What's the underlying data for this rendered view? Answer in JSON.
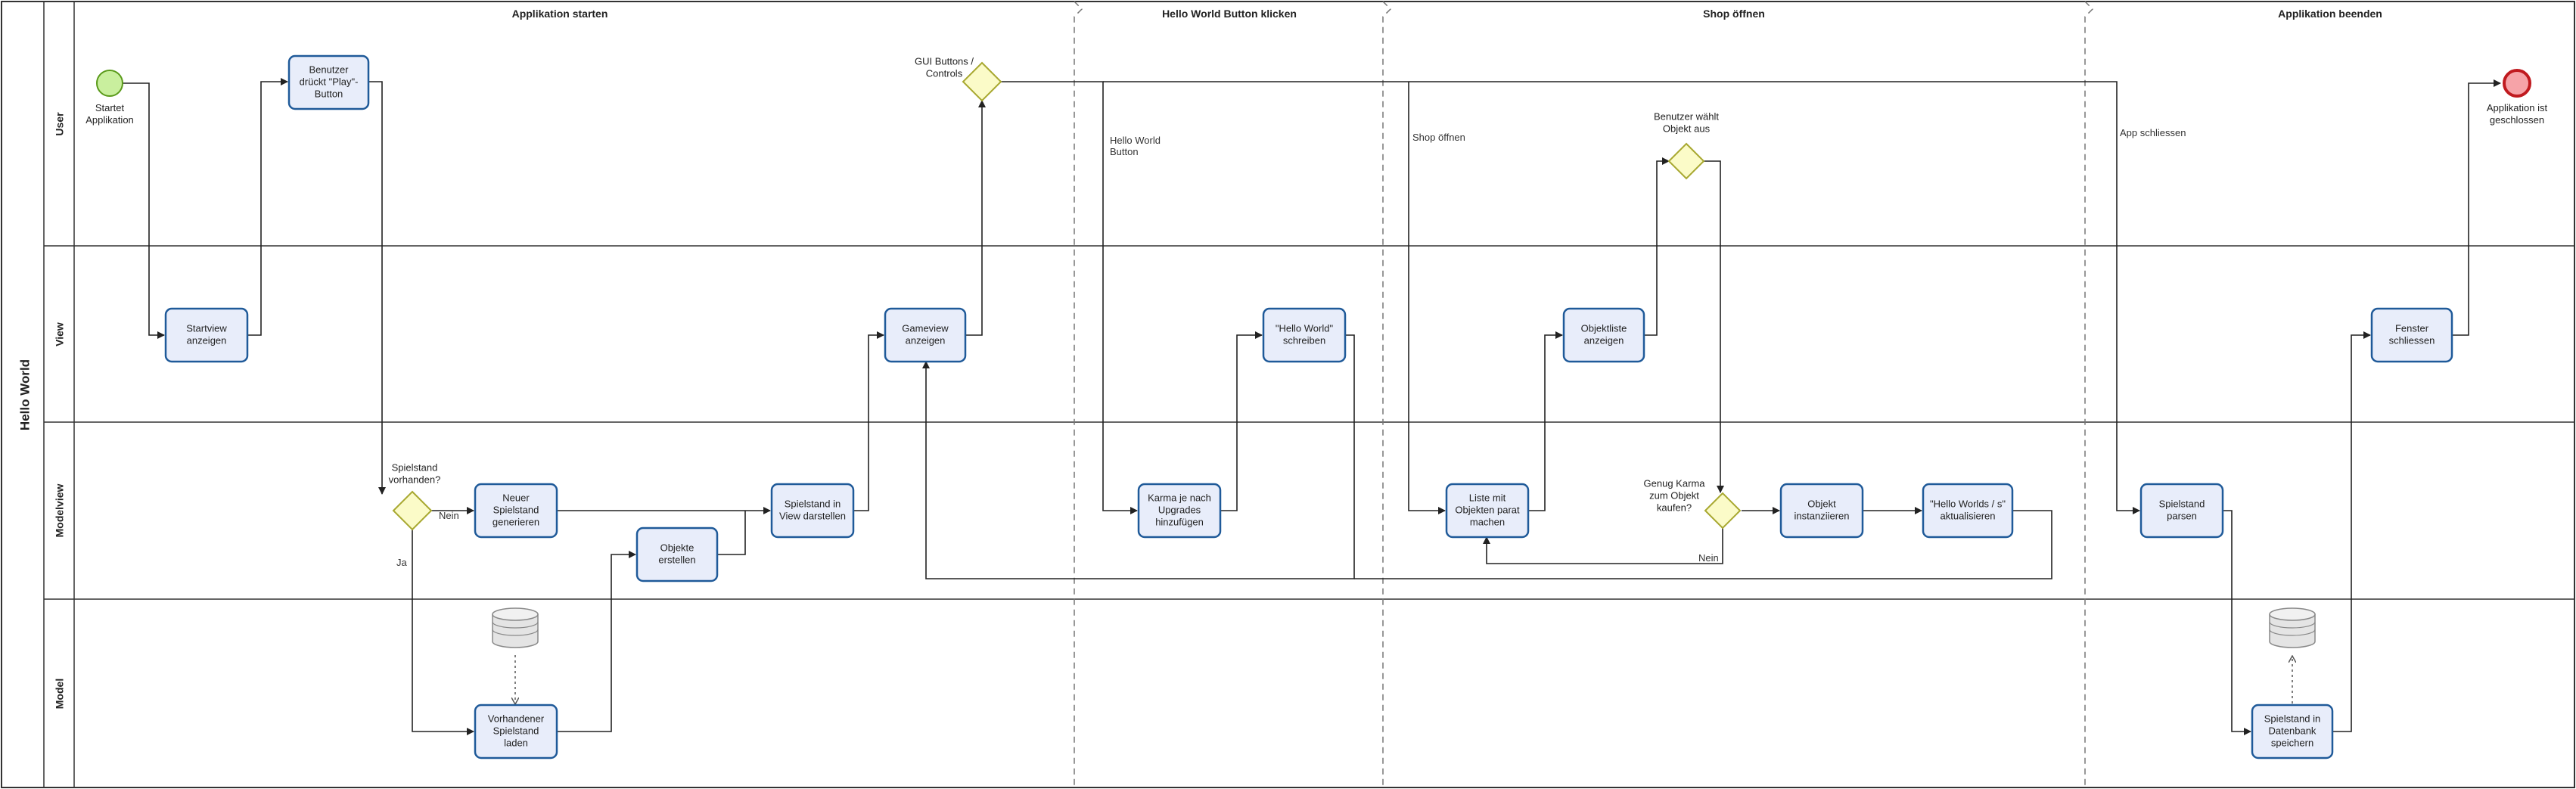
{
  "pool": {
    "label": "Hello World"
  },
  "lanes": [
    {
      "id": "user",
      "label": "User"
    },
    {
      "id": "view",
      "label": "View"
    },
    {
      "id": "modelview",
      "label": "Modelview"
    },
    {
      "id": "model",
      "label": "Model"
    }
  ],
  "phases": [
    {
      "id": "start",
      "label": "Applikation starten"
    },
    {
      "id": "hello",
      "label": "Hello World Button klicken"
    },
    {
      "id": "shop",
      "label": "Shop öffnen"
    },
    {
      "id": "end",
      "label": "Applikation beenden"
    }
  ],
  "nodes": [
    {
      "id": "startEvent",
      "type": "start",
      "lines": [
        "Startet",
        "Applikation"
      ]
    },
    {
      "id": "playBtn",
      "type": "task",
      "lines": [
        "Benutzer",
        "drückt \"Play\"-",
        "Button"
      ]
    },
    {
      "id": "startview",
      "type": "task",
      "lines": [
        "Startview",
        "anzeigen"
      ]
    },
    {
      "id": "gw1",
      "type": "gateway",
      "lines": [
        "Spielstand",
        "vorhanden?"
      ]
    },
    {
      "id": "neuer",
      "type": "task",
      "lines": [
        "Neuer",
        "Spielstand",
        "generieren"
      ]
    },
    {
      "id": "objekte",
      "type": "task",
      "lines": [
        "Objekte",
        "erstellen"
      ]
    },
    {
      "id": "darstellen",
      "type": "task",
      "lines": [
        "Spielstand in",
        "View darstellen"
      ]
    },
    {
      "id": "laden",
      "type": "task",
      "lines": [
        "Vorhandener",
        "Spielstand",
        "laden"
      ]
    },
    {
      "id": "db1",
      "type": "database",
      "lines": []
    },
    {
      "id": "gameview",
      "type": "task",
      "lines": [
        "Gameview",
        "anzeigen"
      ]
    },
    {
      "id": "gwGui",
      "type": "gateway",
      "lines": [
        "GUI Buttons /",
        "Controls"
      ]
    },
    {
      "id": "karma",
      "type": "task",
      "lines": [
        "Karma je nach",
        "Upgrades",
        "hinzufügen"
      ]
    },
    {
      "id": "hwSchreiben",
      "type": "task",
      "lines": [
        "\"Hello World\"",
        "schreiben"
      ]
    },
    {
      "id": "liste",
      "type": "task",
      "lines": [
        "Liste mit",
        "Objekten parat",
        "machen"
      ]
    },
    {
      "id": "objektliste",
      "type": "task",
      "lines": [
        "Objektliste",
        "anzeigen"
      ]
    },
    {
      "id": "gwWaehlt",
      "type": "gateway",
      "lines": [
        "Benutzer wählt",
        "Objekt aus"
      ]
    },
    {
      "id": "gwKarma",
      "type": "gateway",
      "lines": [
        "Genug Karma",
        "zum Objekt",
        "kaufen?"
      ]
    },
    {
      "id": "instanz",
      "type": "task",
      "lines": [
        "Objekt",
        "instanziieren"
      ]
    },
    {
      "id": "hwAktual",
      "type": "task",
      "lines": [
        "\"Hello Worlds / s\"",
        "aktualisieren"
      ]
    },
    {
      "id": "parsen",
      "type": "task",
      "lines": [
        "Spielstand",
        "parsen"
      ]
    },
    {
      "id": "speichern",
      "type": "task",
      "lines": [
        "Spielstand in",
        "Datenbank",
        "speichern"
      ]
    },
    {
      "id": "db2",
      "type": "database",
      "lines": []
    },
    {
      "id": "fenster",
      "type": "task",
      "lines": [
        "Fenster",
        "schliessen"
      ]
    },
    {
      "id": "endEvent",
      "type": "end",
      "lines": [
        "Applikation ist",
        "geschlossen"
      ]
    }
  ],
  "edge_labels": [
    {
      "id": "nein1",
      "text": "Nein"
    },
    {
      "id": "ja1",
      "text": "Ja"
    },
    {
      "id": "helloBtn",
      "lines": [
        "Hello World",
        "Button"
      ]
    },
    {
      "id": "shopOeffnen",
      "text": "Shop öffnen"
    },
    {
      "id": "appSchliessen",
      "text": "App schliessen"
    },
    {
      "id": "nein2",
      "text": "Nein"
    }
  ],
  "colors": {
    "task_fill": "#e8edfa",
    "task_stroke": "#1f5a99",
    "gateway_fill": "#fbfbc8",
    "gateway_stroke": "#a8a830",
    "start_fill": "#c9ef9e",
    "start_stroke": "#5a9a1a",
    "end_fill": "#f6a3a8",
    "end_stroke": "#c01a1f",
    "line": "#222222",
    "lane_border": "#333333",
    "phase_border": "#777777",
    "db_fill": "#e4e4e4",
    "db_stroke": "#888888"
  }
}
